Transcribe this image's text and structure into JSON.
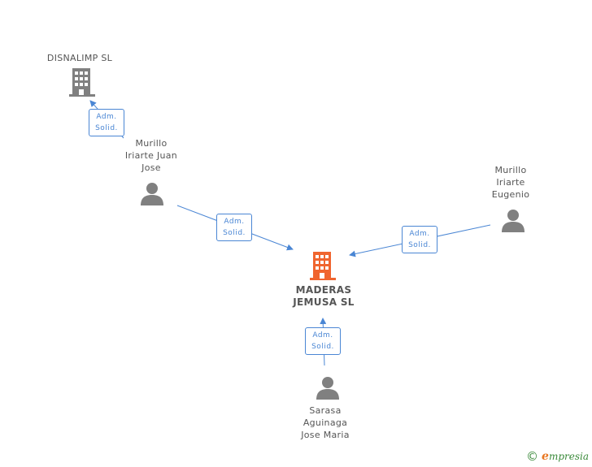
{
  "nodes": {
    "disnalimp": {
      "lines": [
        "DISNALIMP SL"
      ],
      "type": "company"
    },
    "maderas": {
      "lines": [
        "MADERAS",
        "JEMUSA SL"
      ],
      "type": "company-main"
    },
    "murillo_juan": {
      "lines": [
        "Murillo",
        "Iriarte Juan",
        "Jose"
      ],
      "type": "person"
    },
    "murillo_eugenio": {
      "lines": [
        "Murillo",
        "Iriarte",
        "Eugenio"
      ],
      "type": "person"
    },
    "sarasa": {
      "lines": [
        "Sarasa",
        "Aguinaga",
        "Jose Maria"
      ],
      "type": "person"
    }
  },
  "relations": [
    {
      "from": "murillo_juan",
      "to": "disnalimp",
      "lines": [
        "Adm.",
        "Solid."
      ]
    },
    {
      "from": "murillo_juan",
      "to": "maderas",
      "lines": [
        "Adm.",
        "Solid."
      ]
    },
    {
      "from": "murillo_eugenio",
      "to": "maderas",
      "lines": [
        "Adm.",
        "Solid."
      ]
    },
    {
      "from": "sarasa",
      "to": "maderas",
      "lines": [
        "Adm.",
        "Solid."
      ]
    }
  ],
  "footer": {
    "copyright": "©",
    "brand_initial": "e",
    "brand_rest": "mpresia"
  },
  "colors": {
    "link": "#4a86d4",
    "company": "#808080",
    "main_company": "#f0652f",
    "person": "#808080",
    "text": "#555555"
  }
}
